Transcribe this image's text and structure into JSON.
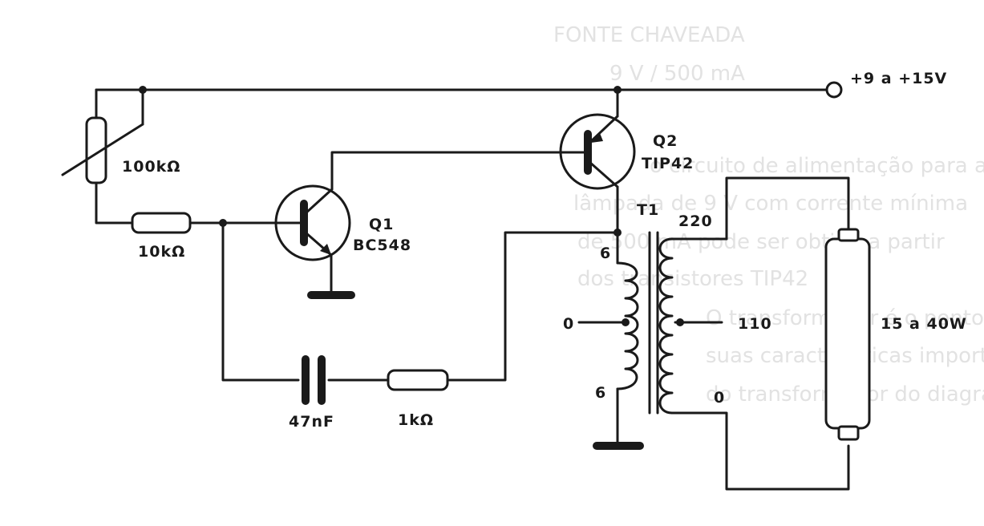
{
  "background_text": {
    "heading_1": "FONTE CHAVEADA",
    "heading_2": "9 V / 500 mA",
    "lines": [
      "o circuito de alimentação para a",
      "lâmpada de 9 V com corrente mínima",
      "de 500 mA pode ser obtida a partir",
      "dos transistores TIP42",
      "O transformador é o ponto crítico",
      "suas características importantes",
      "do transformador do diagrama"
    ]
  },
  "supply": {
    "label": "+9 a +15V"
  },
  "components": {
    "trimmer": {
      "value": "100kΩ"
    },
    "r_base": {
      "value": "10kΩ"
    },
    "q1": {
      "name": "Q1",
      "part": "BC548"
    },
    "q2": {
      "name": "Q2",
      "part": "TIP42"
    },
    "capacitor": {
      "value": "47nF"
    },
    "r_feedback": {
      "value": "1kΩ"
    },
    "transformer": {
      "name": "T1",
      "primary_top": "6",
      "primary_center": "0",
      "primary_bottom": "6",
      "secondary_top": "220",
      "secondary_mid": "110",
      "secondary_bottom": "0"
    },
    "lamp": {
      "value": "15 a 40W"
    }
  }
}
